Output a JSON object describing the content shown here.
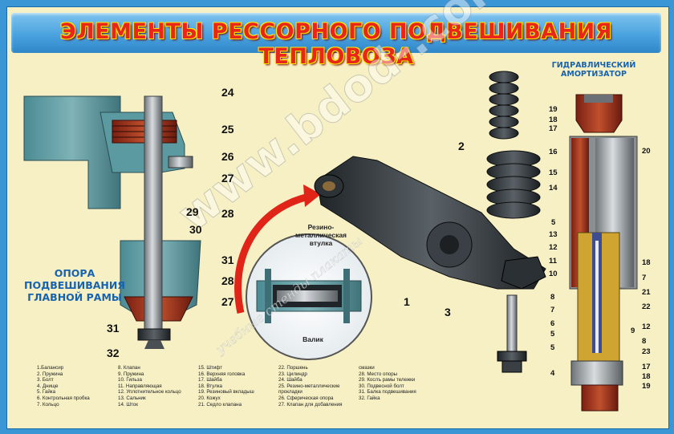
{
  "title": "ЭЛЕМЕНТЫ РЕССОРНОГО ПОДВЕШИВАНИЯ ТЕПЛОВОЗА",
  "left_heading": [
    "ОПОРА",
    "ПОДВЕШИВАНИЯ",
    "ГЛАВНОЙ РАМЫ"
  ],
  "right_heading": [
    "ГИДРАВЛИЧЕСКИЙ",
    "АМОРТИЗАТОР"
  ],
  "callout_top": "Резино-металлическая втулка",
  "callout_bottom": "Валик",
  "watermark_main": "www.bdod-.com.ua",
  "watermark_sub": "учебные стенды плакаты",
  "left_numbers": {
    "n24": "24",
    "n25": "25",
    "n26": "26",
    "n27a": "27",
    "n28a": "28",
    "n29": "29",
    "n30": "30",
    "n31a": "31",
    "n28b": "28",
    "n27b": "27",
    "n31b": "31",
    "n32": "32"
  },
  "middle_numbers": {
    "n1": "1",
    "n2": "2",
    "n3": "3"
  },
  "right_numbers": {
    "r19a": "19",
    "r18a": "18",
    "r17a": "17",
    "r16": "16",
    "r15": "15",
    "r14": "14",
    "r20": "20",
    "r5a": "5",
    "r13": "13",
    "r12a": "12",
    "r11": "11",
    "r10": "10",
    "r18b": "18",
    "r7a": "7",
    "r21": "21",
    "r22": "22",
    "r8a": "8",
    "r7b": "7",
    "r6": "6",
    "r5b": "5",
    "r9": "9",
    "r12b": "12",
    "r8b": "8",
    "r5c": "5",
    "r23": "23",
    "r4": "4",
    "r17b": "17",
    "r18c": "18",
    "r19b": "19"
  },
  "legend": [
    [
      "1.Балансир",
      "2. Пружина",
      "3. Болт",
      "4. Днище",
      "5. Гайка",
      "6. Контрольная пробка",
      "7. Кольцо"
    ],
    [
      "8. Клапан",
      "9. Пружина",
      "10. Гильза",
      "11. Направляющая",
      "12. Уплотнительное кольцо",
      "13. Сальник",
      "14. Шток"
    ],
    [
      "15. Штифт",
      "16. Верхняя головка",
      "17. Шайба",
      "18. Втулка",
      "19. Резиновый вкладыш",
      "20. Кожух",
      "21. Седло клапана"
    ],
    [
      "22. Поршень",
      "23. Цилиндр",
      "24. Шайба",
      "25. Резино-металлические",
      "прокладки",
      "26. Сферическая опора",
      "27. Клапан для добавления"
    ],
    [
      "смазки",
      "28. Место опоры",
      "29. Кослъ рамы тележки",
      "30. Подвесной болт",
      "31. Балка подвешивания",
      "32. Гайка"
    ]
  ],
  "colors": {
    "background": "#f6f0c4",
    "title_red": "#e8261a",
    "heading_blue": "#1763b0",
    "frame_blue": "#3b96d6"
  }
}
